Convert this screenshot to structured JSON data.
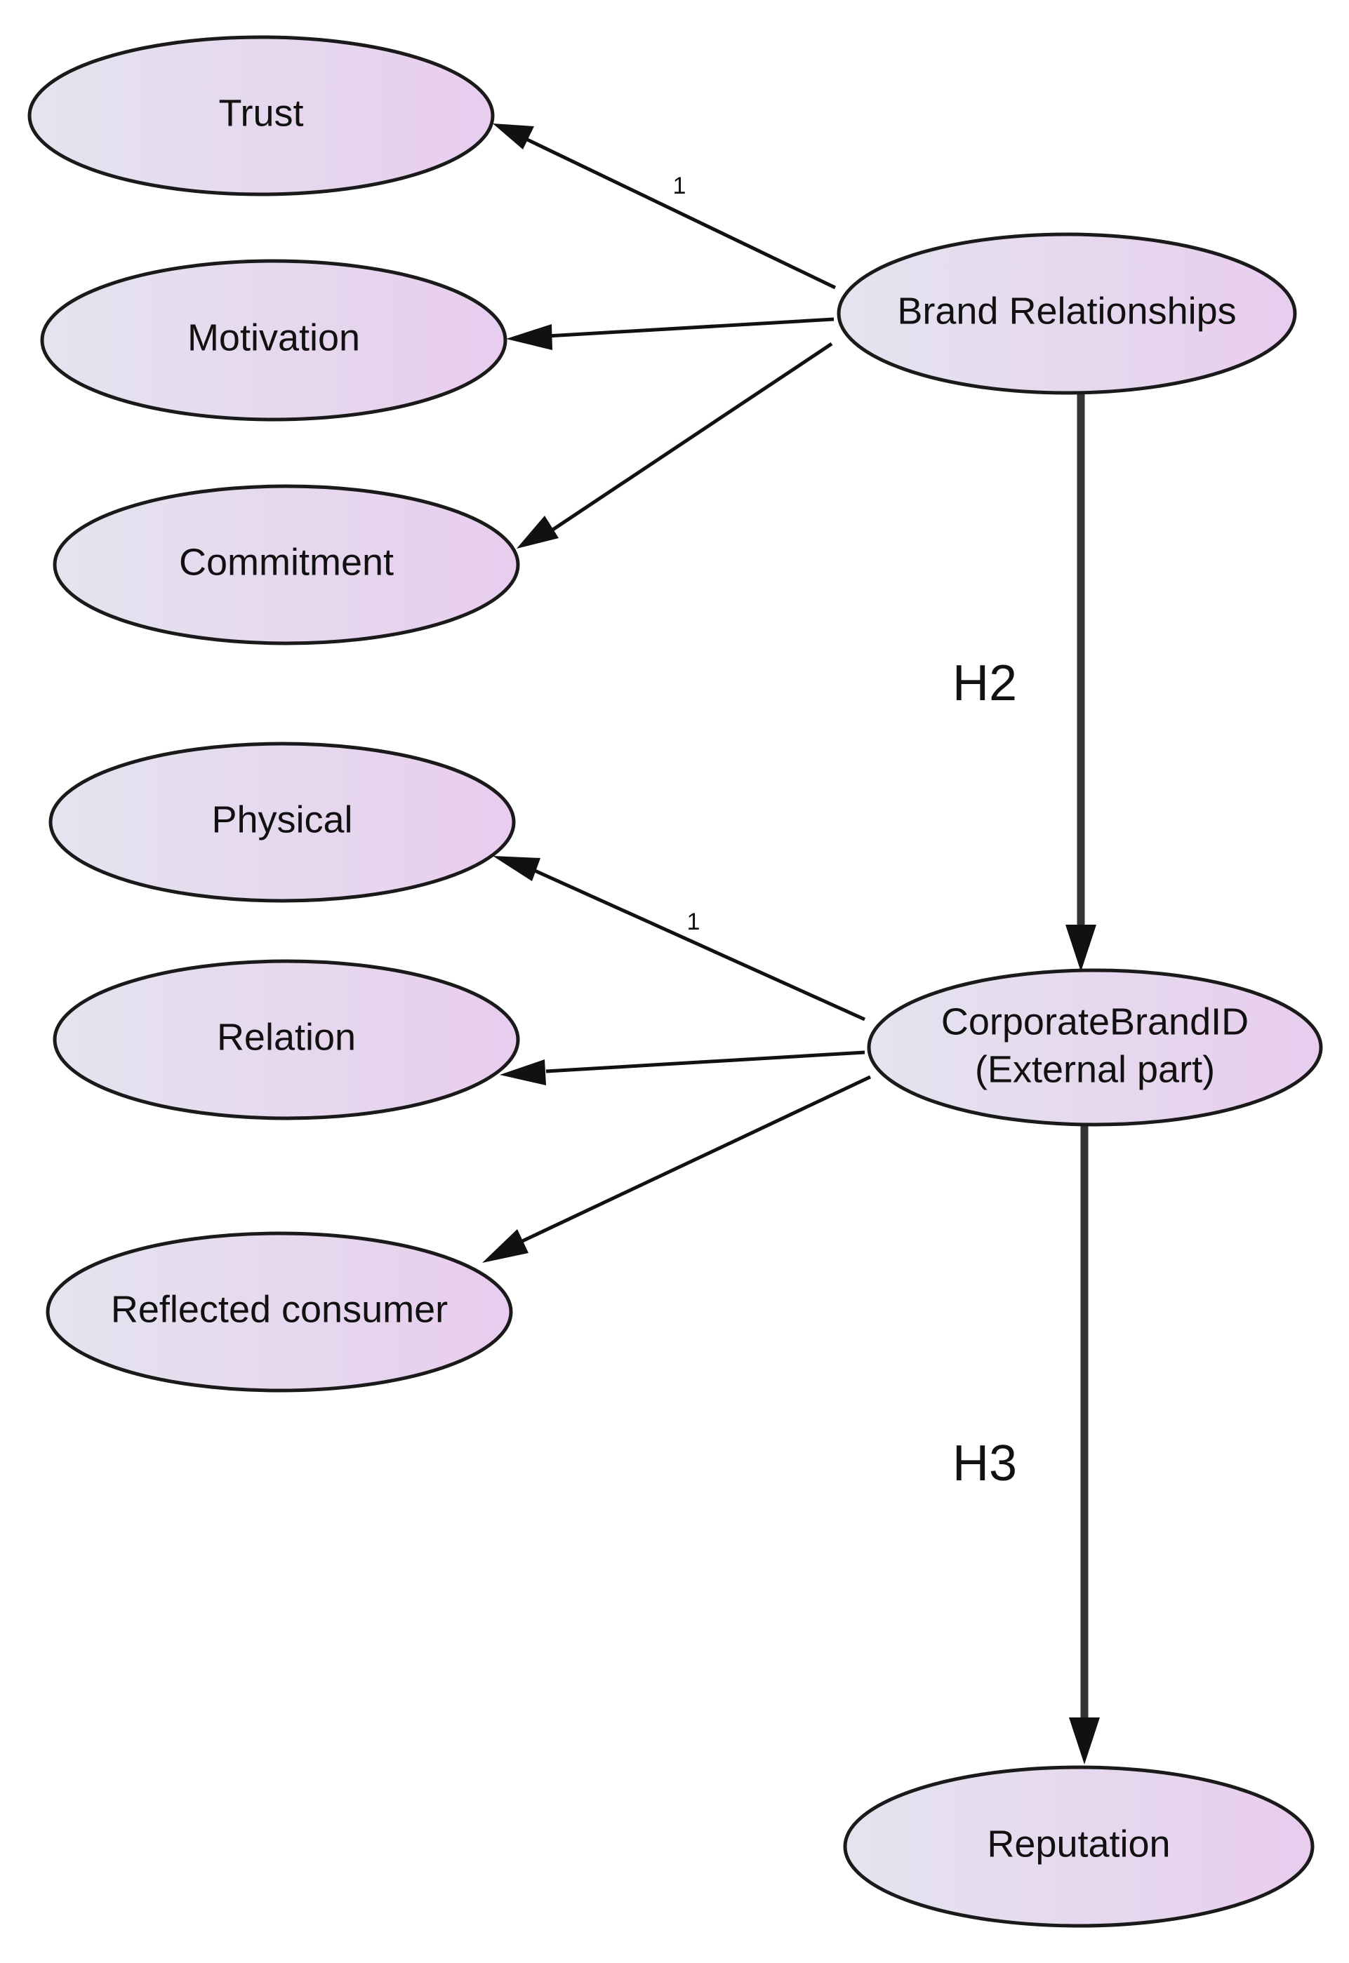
{
  "colors": {
    "node_fill_left": "#e4e4ef",
    "node_fill_right": "#e8cdee",
    "edge": "#111111",
    "hypothesis_edge": "#333333"
  },
  "nodes": {
    "trust": "Trust",
    "motivation": "Motivation",
    "commitment": "Commitment",
    "brand_relationships": "Brand Relationships",
    "physical": "Physical",
    "relation": "Relation",
    "reflected_consumer": "Reflected consumer",
    "corporate_brand_id": [
      "CorporateBrandID",
      "(External part)"
    ],
    "reputation": "Reputation"
  },
  "edge_labels": {
    "trust_loading": "1",
    "physical_loading": "1"
  },
  "hypotheses": {
    "h2": "H2",
    "h3": "H3"
  }
}
